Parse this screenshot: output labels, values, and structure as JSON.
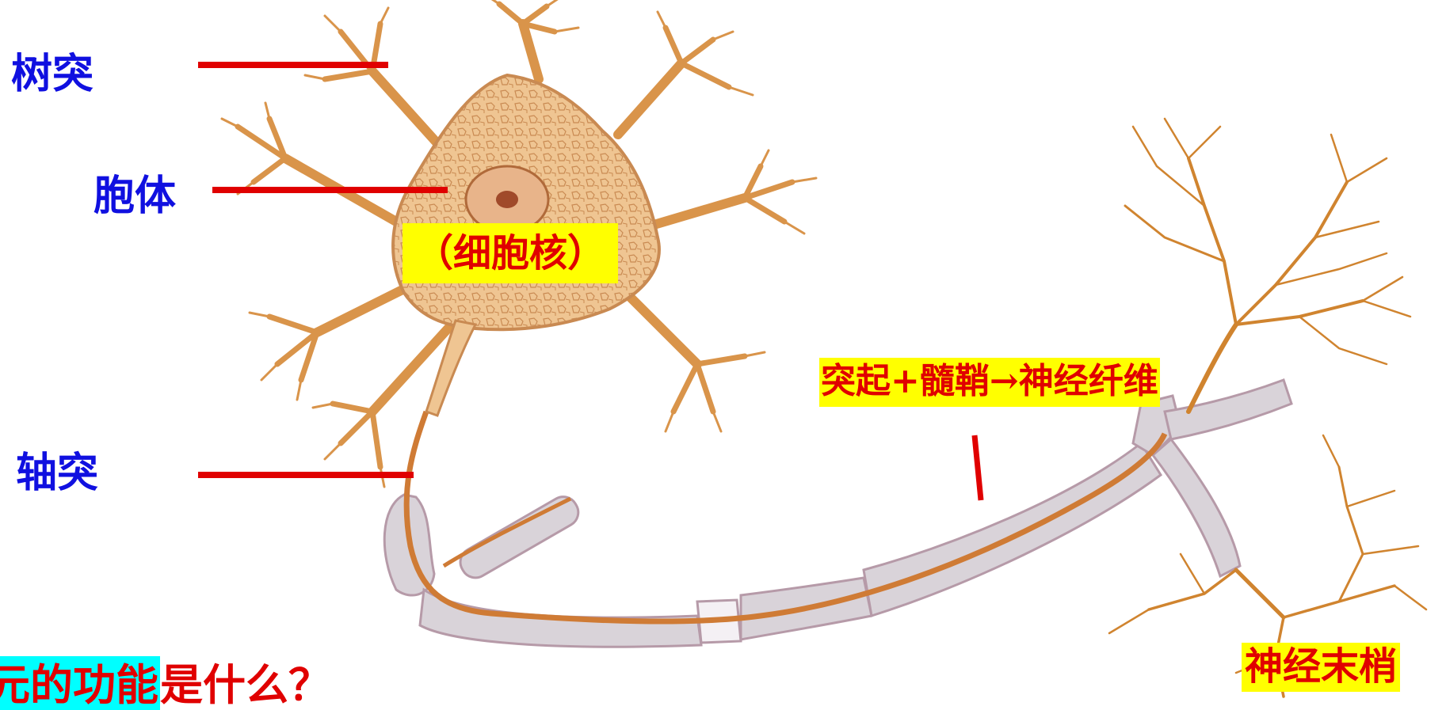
{
  "labels": {
    "dendrite": "树突",
    "soma": "胞体",
    "nucleus": "（细胞核）",
    "axon": "轴突",
    "nerve_fiber": "突起+髓鞘→神经纤维",
    "nerve_ending": "神经末梢"
  },
  "question": {
    "highlighted": "元的功能",
    "rest": "是什么？"
  },
  "colors": {
    "label_blue": "#1010e0",
    "pointer_red": "#e00000",
    "highlight_yellow": "#ffff00",
    "highlight_cyan": "#00ffff",
    "neuron_orange": "#d9944a",
    "myelin_grey": "#d6d0d6"
  }
}
